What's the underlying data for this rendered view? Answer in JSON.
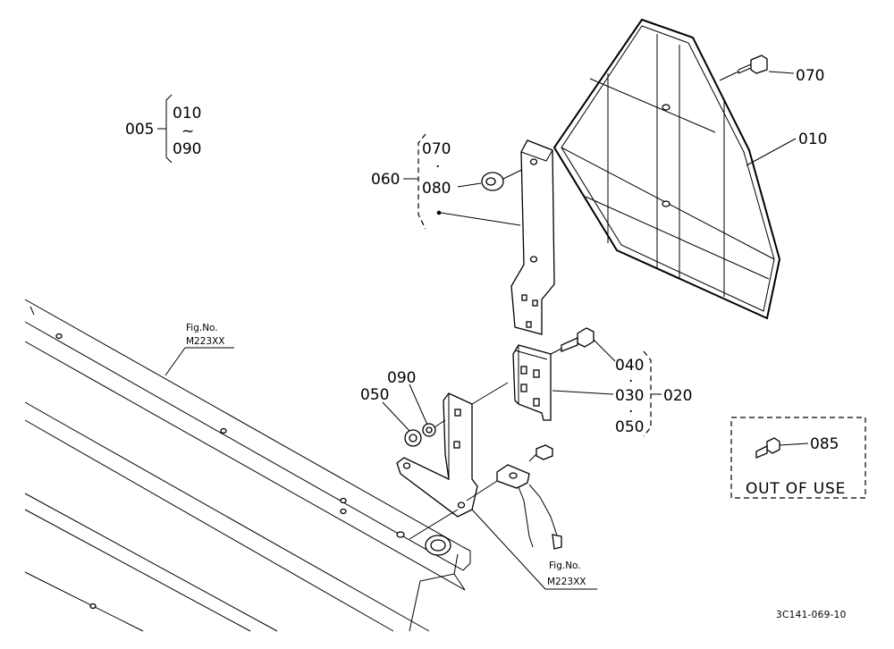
{
  "callouts": {
    "assy_005": "005",
    "range_from": "010",
    "range_tilde": "~",
    "range_to": "090",
    "grp_070": "070",
    "grp_dot": "·",
    "grp_080": "080",
    "bracket_060": "060",
    "bolt_070": "070",
    "guard_010": "010",
    "bolt_040": "040",
    "bracket_030": "030",
    "grp_020": "020",
    "sep1": "·",
    "sep2": "·",
    "nut_050": "050",
    "grp_050_left": "050",
    "washer_090": "090",
    "bolt_085": "085"
  },
  "fig_refs": {
    "top_label": "Fig.No.",
    "top_number": "M223XX",
    "bottom_label": "Fig.No.",
    "bottom_number": "M223XX"
  },
  "out_of_use": "OUT OF USE",
  "drawing_code": "3C141-069-10"
}
